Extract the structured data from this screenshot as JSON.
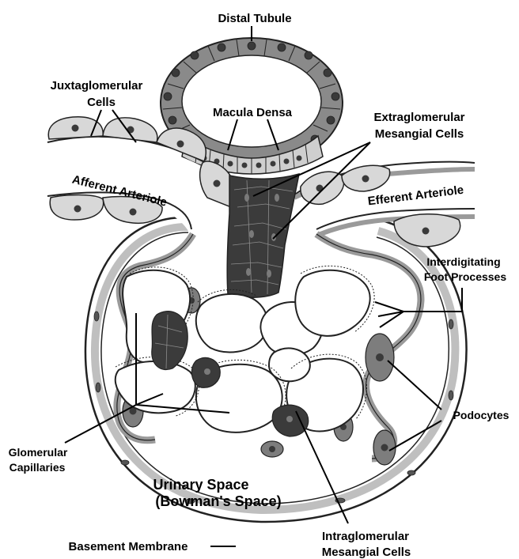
{
  "labels": {
    "distal_tubule": "Distal Tubule",
    "macula_densa": "Macula Densa",
    "juxta_line1": "Juxtaglomerular",
    "juxta_line2": "Cells",
    "extra_line1": "Extraglomerular",
    "extra_line2": "Mesangial Cells",
    "afferent": "Afferent Arteriole",
    "efferent": "Efferent Arteriole",
    "interdig_line1": "Interdigitating",
    "interdig_line2": "Foot Processes",
    "podocytes": "Podocytes",
    "glom_line1": "Glomerular",
    "glom_line2": "Capillaries",
    "urinary_line1": "Urinary Space",
    "urinary_line2": "(Bowman's Space)",
    "intra_line1": "Intraglomerular",
    "intra_line2": "Mesangial Cells",
    "basement": "Basement Membrane"
  },
  "colors": {
    "dark": "#3a3a3a",
    "medium": "#7d7d7d",
    "light": "#d2d2d2",
    "wall": "#b5b5b5",
    "outline": "#222222",
    "nucleus": "#5a5a5a"
  }
}
